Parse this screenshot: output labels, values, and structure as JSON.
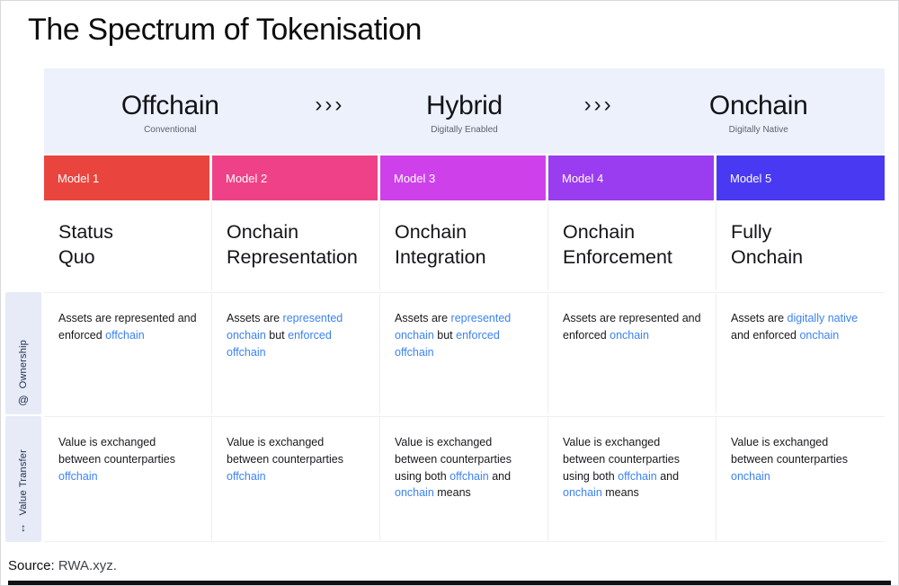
{
  "title": "The Spectrum of Tokenisation",
  "colors": {
    "accent_blue": "#3b82f6"
  },
  "spectrum": {
    "arrow": "›››",
    "stages": [
      {
        "label": "Offchain",
        "sublabel": "Conventional"
      },
      {
        "label": "Hybrid",
        "sublabel": "Digitally Enabled"
      },
      {
        "label": "Onchain",
        "sublabel": "Digitally Native"
      }
    ]
  },
  "row_labels": [
    {
      "icon": "@",
      "label": "Ownership"
    },
    {
      "icon": "↕",
      "label": "Value Transfer"
    }
  ],
  "models": [
    {
      "badge": "Model 1",
      "color": "#e9453e",
      "name": "Status\nQuo",
      "ownership": [
        {
          "t": "Assets are represented and enforced "
        },
        {
          "t": "offchain",
          "a": true
        }
      ],
      "value_transfer": [
        {
          "t": "Value is exchanged between counterparties "
        },
        {
          "t": "offchain",
          "a": true
        }
      ]
    },
    {
      "badge": "Model 2",
      "color": "#ef4187",
      "name": "Onchain\nRepresentation",
      "ownership": [
        {
          "t": "Assets are "
        },
        {
          "t": "represented onchain",
          "a": true
        },
        {
          "t": " but "
        },
        {
          "t": "enforced offchain",
          "a": true
        }
      ],
      "value_transfer": [
        {
          "t": "Value is exchanged between counterparties "
        },
        {
          "t": "offchain",
          "a": true
        }
      ]
    },
    {
      "badge": "Model 3",
      "color": "#ce41ea",
      "name": "Onchain\nIntegration",
      "ownership": [
        {
          "t": "Assets are "
        },
        {
          "t": "represented onchain",
          "a": true
        },
        {
          "t": " but "
        },
        {
          "t": "enforced offchain",
          "a": true
        }
      ],
      "value_transfer": [
        {
          "t": "Value is exchanged between counterparties using both "
        },
        {
          "t": "offchain",
          "a": true
        },
        {
          "t": " and "
        },
        {
          "t": "onchain",
          "a": true
        },
        {
          "t": " means"
        }
      ]
    },
    {
      "badge": "Model 4",
      "color": "#9a3df0",
      "name": "Onchain\nEnforcement",
      "ownership": [
        {
          "t": "Assets are represented and enforced "
        },
        {
          "t": "onchain",
          "a": true
        }
      ],
      "value_transfer": [
        {
          "t": "Value is exchanged between counterparties using both "
        },
        {
          "t": "offchain",
          "a": true
        },
        {
          "t": " and "
        },
        {
          "t": "onchain",
          "a": true
        },
        {
          "t": " means"
        }
      ]
    },
    {
      "badge": "Model 5",
      "color": "#4a39f2",
      "name": "Fully\nOnchain",
      "ownership": [
        {
          "t": "Assets are "
        },
        {
          "t": "digitally native",
          "a": true
        },
        {
          "t": " and enforced "
        },
        {
          "t": "onchain",
          "a": true
        }
      ],
      "value_transfer": [
        {
          "t": "Value is exchanged between counterparties "
        },
        {
          "t": "onchain",
          "a": true
        }
      ]
    }
  ],
  "source": {
    "label": "Source:",
    "value": "RWA.xyz."
  }
}
